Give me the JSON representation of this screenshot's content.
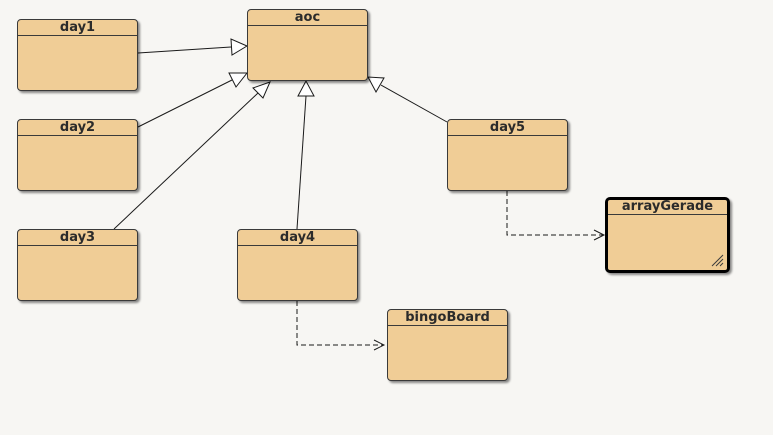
{
  "diagram": {
    "classes": {
      "aoc": "aoc",
      "day1": "day1",
      "day2": "day2",
      "day3": "day3",
      "day4": "day4",
      "day5": "day5",
      "bingoBoard": "bingoBoard",
      "arrayGerade": "arrayGerade"
    },
    "relations": [
      {
        "from": "day1",
        "to": "aoc",
        "type": "inheritance"
      },
      {
        "from": "day2",
        "to": "aoc",
        "type": "inheritance"
      },
      {
        "from": "day3",
        "to": "aoc",
        "type": "inheritance"
      },
      {
        "from": "day4",
        "to": "aoc",
        "type": "inheritance"
      },
      {
        "from": "day5",
        "to": "aoc",
        "type": "inheritance"
      },
      {
        "from": "day4",
        "to": "bingoBoard",
        "type": "dependency"
      },
      {
        "from": "day5",
        "to": "arrayGerade",
        "type": "dependency"
      }
    ],
    "colors": {
      "class_fill": "#f0cd96",
      "class_border": "#3a3a3a",
      "background": "#f7f6f3",
      "line": "#1a1a1a"
    }
  }
}
